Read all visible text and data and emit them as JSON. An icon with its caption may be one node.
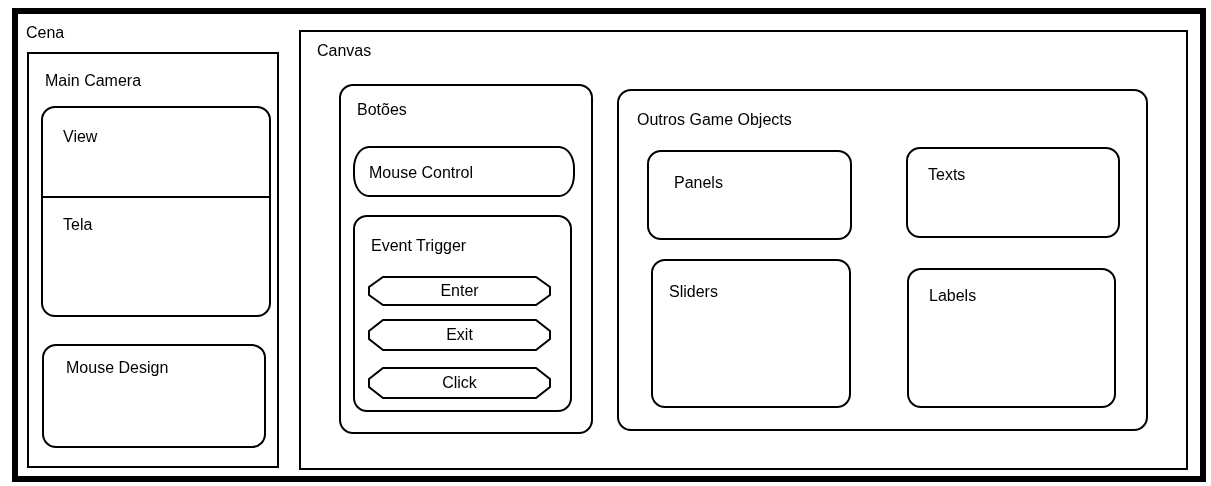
{
  "diagram": {
    "nodes": [
      {
        "text": [
          "Cena"
        ]
      },
      {
        "text": [
          "Main Camera"
        ],
        "in": 0
      },
      {
        "text": [
          "View"
        ],
        "in": 1
      },
      {
        "text": [
          "Tela"
        ],
        "in": 1
      },
      {
        "text": [
          "Mouse Design"
        ],
        "in": 1
      },
      {
        "text": [
          "Canvas"
        ],
        "in": 0
      },
      {
        "text": [
          "Botões"
        ],
        "in": 5
      },
      {
        "text": [
          "Mouse Control"
        ],
        "in": 6
      },
      {
        "text": [
          "Event Trigger"
        ],
        "in": 6
      },
      {
        "text": [
          "Enter"
        ],
        "in": 8
      },
      {
        "text": [
          "Exit"
        ],
        "in": 8
      },
      {
        "text": [
          "Click"
        ],
        "in": 8
      },
      {
        "text": [
          "Outros Game Objects"
        ],
        "in": 5
      },
      {
        "text": [
          "Panels"
        ],
        "in": 12
      },
      {
        "text": [
          "Texts"
        ],
        "in": 12
      },
      {
        "text": [
          "Sliders"
        ],
        "in": 12
      },
      {
        "text": [
          "Labels"
        ],
        "in": 12
      }
    ]
  }
}
